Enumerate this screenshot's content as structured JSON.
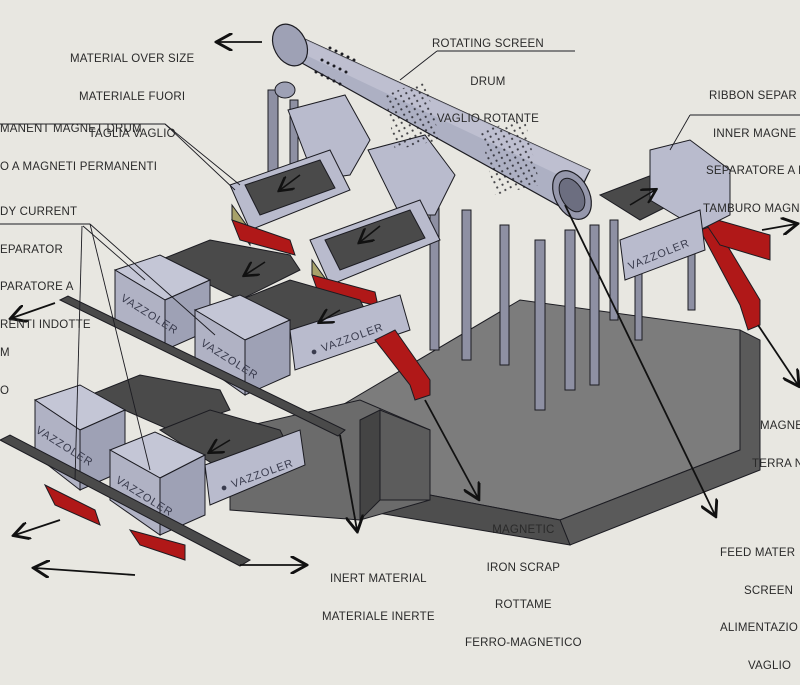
{
  "diagram": {
    "subject": "Recycling plant layout with rotating screen drum and separators",
    "brand_marking": "VAZZOLER",
    "colors": {
      "background": "#e8e7e1",
      "machine_body": "#b9bbcd",
      "machine_shadow": "#8e90a3",
      "belt": "#4a4a4a",
      "chute_red": "#b01818",
      "concrete_top": "#8a8a8a",
      "concrete_side": "#5c5c5c",
      "outline": "#1c1c22"
    },
    "labels": {
      "oversize": {
        "lines": [
          "MATERIAL OVER SIZE",
          "MATERIALE FUORI",
          "TAGLIA VAGLIO"
        ]
      },
      "rotating_screen": {
        "lines": [
          "ROTATING SCREEN",
          "DRUM",
          "VAGLIO ROTANTE"
        ]
      },
      "ribbon_separator": {
        "lines": [
          "RIBBON SEPAR",
          "INNER MAGNE",
          "SEPARATORE A N",
          "TAMBURO MAGNE"
        ]
      },
      "permanent_magnet_drum": {
        "lines": [
          "MANENT MAGNET DRUM",
          "O A MAGNETI PERMANENTI"
        ]
      },
      "eddy_current": {
        "lines": [
          "DY CURRENT",
          "EPARATOR",
          "PARATORE A",
          "RENTI INDOTTE"
        ]
      },
      "left_partial": {
        "lines": [
          "M",
          "O"
        ]
      },
      "magnetic_earth": {
        "lines": [
          "MAGNE",
          "TERRA N"
        ]
      },
      "magnetic_iron_scrap": {
        "lines": [
          "MAGNETIC",
          "IRON SCRAP",
          "ROTTAME",
          "FERRO-MAGNETICO"
        ]
      },
      "inert_material": {
        "lines": [
          "INERT MATERIAL",
          "MATERIALE INERTE"
        ]
      },
      "feed_material": {
        "lines": [
          "FEED MATER",
          "SCREEN",
          "ALIMENTAZIO",
          "VAGLIO"
        ]
      }
    }
  }
}
